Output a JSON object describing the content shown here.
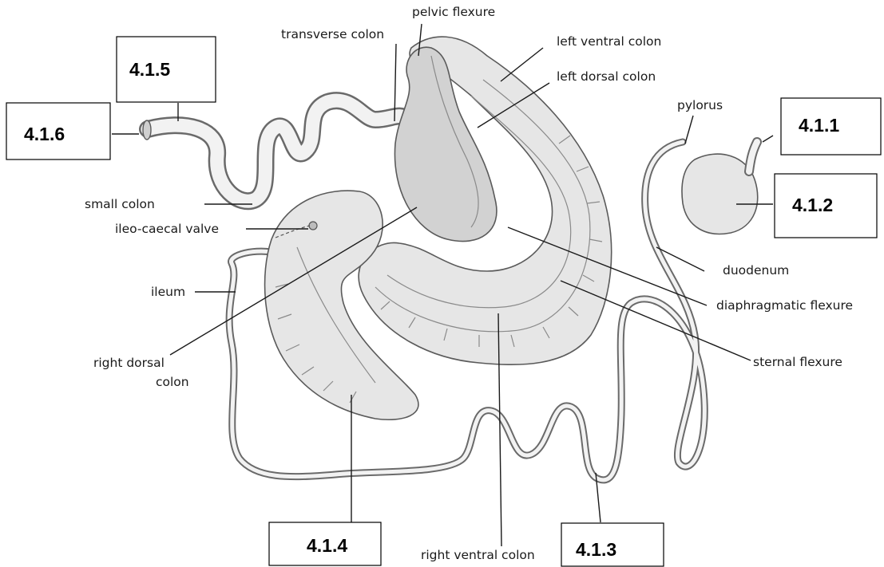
{
  "labels": {
    "pelvic_flexure": "pelvic flexure",
    "transverse_colon": "transverse colon",
    "left_ventral_colon": "left ventral colon",
    "left_dorsal_colon": "left dorsal colon",
    "pylorus": "pylorus",
    "small_colon": "small colon",
    "ileo_caecal_valve": "ileo-caecal valve",
    "ileum": "ileum",
    "duodenum": "duodenum",
    "diaphragmatic_flexure": "diaphragmatic flexure",
    "sternal_flexure": "sternal flexure",
    "right_dorsal_colon_line1": "right dorsal",
    "right_dorsal_colon_line2": "colon",
    "right_ventral_colon": "right ventral colon"
  },
  "answer_boxes": {
    "b411": "4.1.1",
    "b412": "4.1.2",
    "b413": "4.1.3",
    "b414": "4.1.4",
    "b415": "4.1.5",
    "b416": "4.1.6"
  }
}
